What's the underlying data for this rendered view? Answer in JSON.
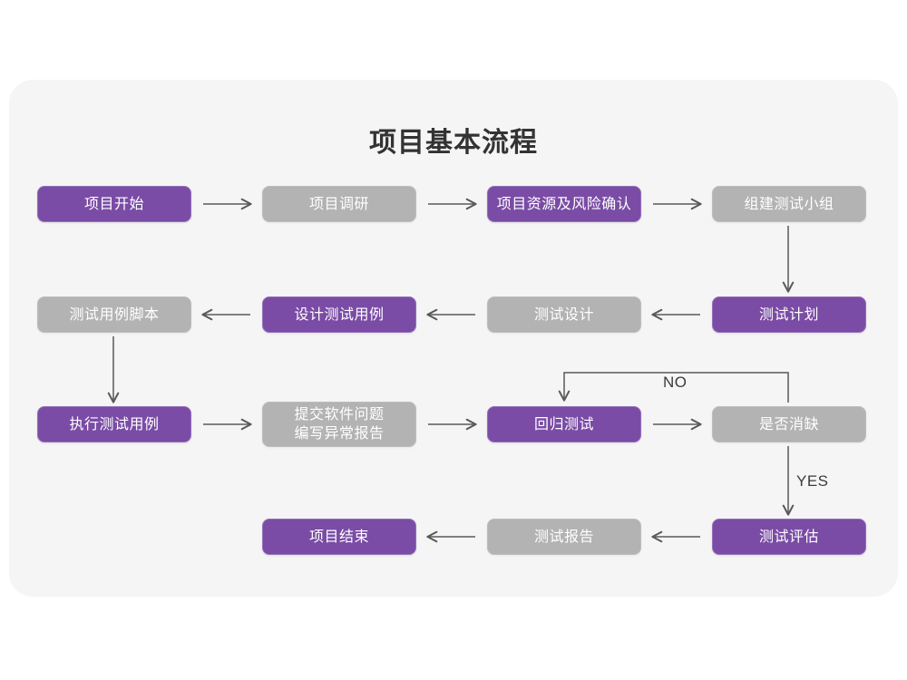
{
  "page": {
    "title": "项目基本流程",
    "background_color": "#ffffff",
    "panel_color": "#f5f5f6",
    "accent_purple": "#7a4ca5",
    "accent_gray": "#b3b3b4",
    "connector_color": "#595959",
    "text_color": "#ffffff",
    "title_color": "#333333"
  },
  "chart_data": {
    "type": "diagram",
    "title": "项目基本流程",
    "nodes": [
      {
        "id": "n1",
        "label": "项目开始",
        "style": "purple",
        "row": 1,
        "col": 1
      },
      {
        "id": "n2",
        "label": "项目调研",
        "style": "gray",
        "row": 1,
        "col": 2
      },
      {
        "id": "n3",
        "label": "项目资源及风险确认",
        "style": "purple",
        "row": 1,
        "col": 3
      },
      {
        "id": "n4",
        "label": "组建测试小组",
        "style": "gray",
        "row": 1,
        "col": 4
      },
      {
        "id": "n5",
        "label": "测试用例脚本",
        "style": "gray",
        "row": 2,
        "col": 1
      },
      {
        "id": "n6",
        "label": "设计测试用例",
        "style": "purple",
        "row": 2,
        "col": 2
      },
      {
        "id": "n7",
        "label": "测试设计",
        "style": "gray",
        "row": 2,
        "col": 3
      },
      {
        "id": "n8",
        "label": "测试计划",
        "style": "purple",
        "row": 2,
        "col": 4
      },
      {
        "id": "n9",
        "label": "执行测试用例",
        "style": "purple",
        "row": 3,
        "col": 1
      },
      {
        "id": "n10",
        "label": "提交软件问题\n编写异常报告",
        "style": "gray",
        "row": 3,
        "col": 2
      },
      {
        "id": "n11",
        "label": "回归测试",
        "style": "purple",
        "row": 3,
        "col": 3
      },
      {
        "id": "n12",
        "label": "是否消缺",
        "style": "gray",
        "row": 3,
        "col": 4
      },
      {
        "id": "n13",
        "label": "项目结束",
        "style": "purple",
        "row": 4,
        "col": 2
      },
      {
        "id": "n14",
        "label": "测试报告",
        "style": "gray",
        "row": 4,
        "col": 3
      },
      {
        "id": "n15",
        "label": "测试评估",
        "style": "purple",
        "row": 4,
        "col": 4
      }
    ],
    "edges": [
      {
        "from": "n1",
        "to": "n2",
        "direction": "right",
        "label": ""
      },
      {
        "from": "n2",
        "to": "n3",
        "direction": "right",
        "label": ""
      },
      {
        "from": "n3",
        "to": "n4",
        "direction": "right",
        "label": ""
      },
      {
        "from": "n4",
        "to": "n8",
        "direction": "down",
        "label": ""
      },
      {
        "from": "n8",
        "to": "n7",
        "direction": "left",
        "label": ""
      },
      {
        "from": "n7",
        "to": "n6",
        "direction": "left",
        "label": ""
      },
      {
        "from": "n6",
        "to": "n5",
        "direction": "left",
        "label": ""
      },
      {
        "from": "n5",
        "to": "n9",
        "direction": "down",
        "label": ""
      },
      {
        "from": "n9",
        "to": "n10",
        "direction": "right",
        "label": ""
      },
      {
        "from": "n10",
        "to": "n11",
        "direction": "right",
        "label": ""
      },
      {
        "from": "n11",
        "to": "n12",
        "direction": "right",
        "label": ""
      },
      {
        "from": "n12",
        "to": "n11",
        "direction": "loop-up-left",
        "label": "NO"
      },
      {
        "from": "n12",
        "to": "n15",
        "direction": "down",
        "label": "YES"
      },
      {
        "from": "n15",
        "to": "n14",
        "direction": "left",
        "label": ""
      },
      {
        "from": "n14",
        "to": "n13",
        "direction": "left",
        "label": ""
      }
    ],
    "branch_labels": [
      "NO",
      "YES"
    ]
  }
}
